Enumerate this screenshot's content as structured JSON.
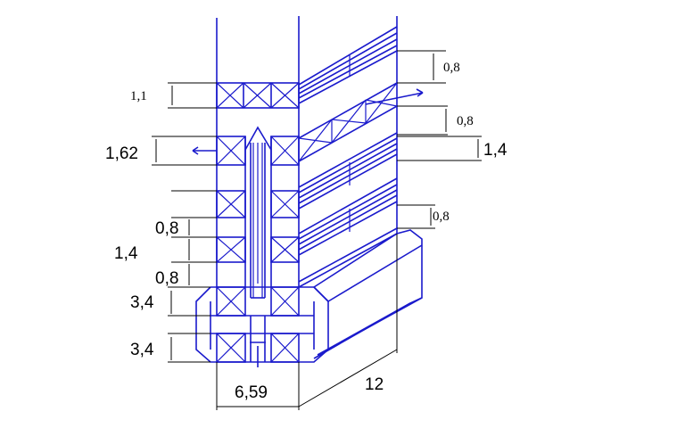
{
  "dimensions": {
    "left_top": "1,1",
    "left_row2": "1,62",
    "left_row3": "0,8",
    "left_row4": "1,4",
    "left_row5": "0,8",
    "left_row6": "3,4",
    "left_row7": "3,4",
    "bottom_width": "6,59",
    "bottom_depth": "12",
    "right_row1": "0,8",
    "right_row2": "0,8",
    "right_row3": "1,4",
    "right_row4": "0,8"
  },
  "colors": {
    "drawing": "#1a1acc",
    "dimension": "#000000"
  }
}
